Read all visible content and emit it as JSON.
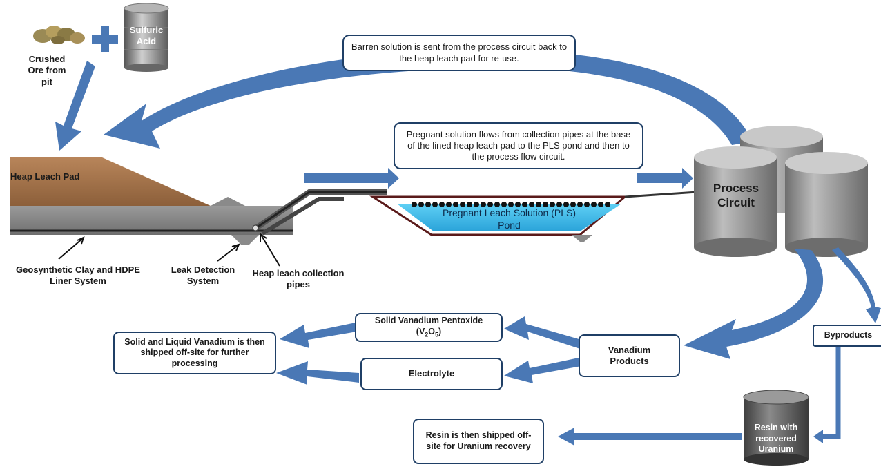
{
  "ore_label": "Crushed Ore from pit",
  "acid_label": "Sulfuric Acid",
  "barren_note": "Barren solution is sent from the process circuit back to the heap leach pad for re-use.",
  "pregnant_note": "Pregnant solution flows from collection pipes at the base of the lined heap leach pad to the PLS pond and then to the process flow circuit.",
  "heap_pad_label": "Heap Leach Pad",
  "pond_label": "Pregnant Leach Solution (PLS) Pond",
  "process_circuit_label": "Process Circuit",
  "liner_label": "Geosynthetic Clay and HDPE Liner System",
  "leak_label": "Leak Detection System",
  "pipes_label": "Heap leach collection pipes",
  "v2o5": {
    "text": "Solid Vanadium Pentoxide",
    "formula_open": "(V",
    "sub1": "2",
    "mid": "O",
    "sub2": "5",
    "formula_close": ")"
  },
  "electrolyte_label": "Electrolyte",
  "vanadium_products_label": "Vanadium Products",
  "vanadium_shipped_label": "Solid and Liquid Vanadium is then shipped off-site for further processing",
  "byproducts_label": "Byproducts",
  "resin_drum_label": "Resin with recovered Uranium",
  "resin_shipped_label": "Resin is then shipped off-site for Uranium recovery",
  "colors": {
    "arrow_blue": "#4a78b5",
    "box_border": "#1f3f66",
    "pond_water": "#3fb8e8",
    "heap_brown": "#a5744a",
    "tank_gray": "#9a9a9a"
  }
}
